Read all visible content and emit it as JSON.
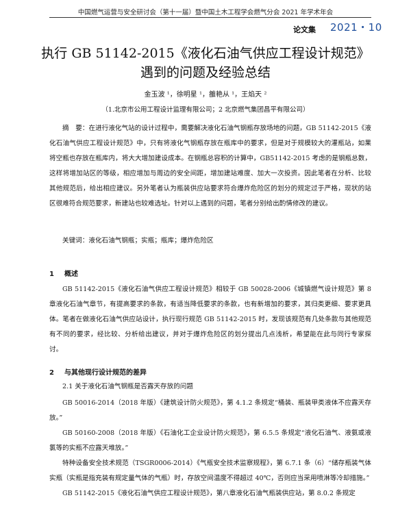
{
  "header": {
    "conference": "中国燃气运营与安全研讨会（第十一届）暨中国土木工程学会燃气分会 2021 年学术年会",
    "collection": "论文集",
    "date_tag": "2021・10"
  },
  "title": "执行 GB 51142-2015《液化石油气供应工程设计规范》遇到的问题及经验总结",
  "authors": "金玉波 ¹，徐明星 ¹，雒艳从 ¹，王焰天 ²",
  "affiliation": "（1.北京市公用工程设计监理有限公司；2 北京燃气集团昌平有限公司）",
  "abstract": {
    "label": "摘　要：",
    "text": "在进行液化气站的设计过程中，需要解决液化石油气钢瓶存放场地的问题，GB 51142-2015《液化石油气供应工程设计规范》中，只有将液化气钢瓶存放在瓶库中的要求，但是对于规模较大的灌瓶站，如果将空瓶也存放在瓶库内，将大大增加建设成本。在钢瓶总容积的计算中，GB51142-2015 考虑的是钢瓶总数，这样将增加站区的等级，相应增加与周边的安全间距，增加建站难度、加大一次投资。因此笔者在分析、比较其他规范后，给出相应建议。另外笔者认为瓶装供应站要求符合爆炸危险区的划分的规定过于严格，现状的站区很难符合规范要求，新建站也较难选址。针对以上遇到的问题，笔者分别给出酌情修改的建议。"
  },
  "keywords": {
    "label": "关键词：",
    "text": "液化石油气钢瓶；实瓶；瓶库；爆炸危险区"
  },
  "sections": [
    {
      "num": "1",
      "title": "概述",
      "paragraphs": [
        "GB 51142-2015《液化石油气供应工程设计规范》相较于 GB 50028-2006《城镇燃气设计规范》第 8 章液化石油气章节，有提高要求的条款，有适当降低要求的条款，也有新增加的要求，其归类更细、要求更具体。笔者在做液化石油气供应站设计，执行现行规范 GB 51142-2015 时，发现该规范有几处条款与其他规范有不同的要求，经比较、分析给出建议，并对于爆炸危险区的划分提出几点浅析，希望能在此与同行专家探讨。"
      ]
    },
    {
      "num": "2",
      "title": "与其他现行设计规范的差异",
      "subsection": "2.1 关于液化石油气钢瓶是否露天存放的问题",
      "paragraphs": [
        "GB 50016-2014（2018 年版）《建筑设计防火规范》，第 4.1.2 条规定“桶装、瓶装甲类液体不应露天存放。”",
        "GB 50160-2008（2018 年版）《石油化工企业设计防火规范》，第 6.5.5 条规定“液化石油气、液氨或液氯等的实瓶不应露天堆放。”",
        "特种设备安全技术规范（TSGR0006-2014）《气瓶安全技术监察规程》，第 6.7.1 条（6）“储存瓶装气体实瓶（实瓶是指充装有规定量气体的气瓶）时，存放空间温度不得超过 40℃，否则应当采用喷淋等冷却措施。”",
        "GB 51142-2015《液化石油气供应工程设计规范》，第八章液化石油气瓶装供应站，第 8.0.2 条规定"
      ]
    }
  ]
}
